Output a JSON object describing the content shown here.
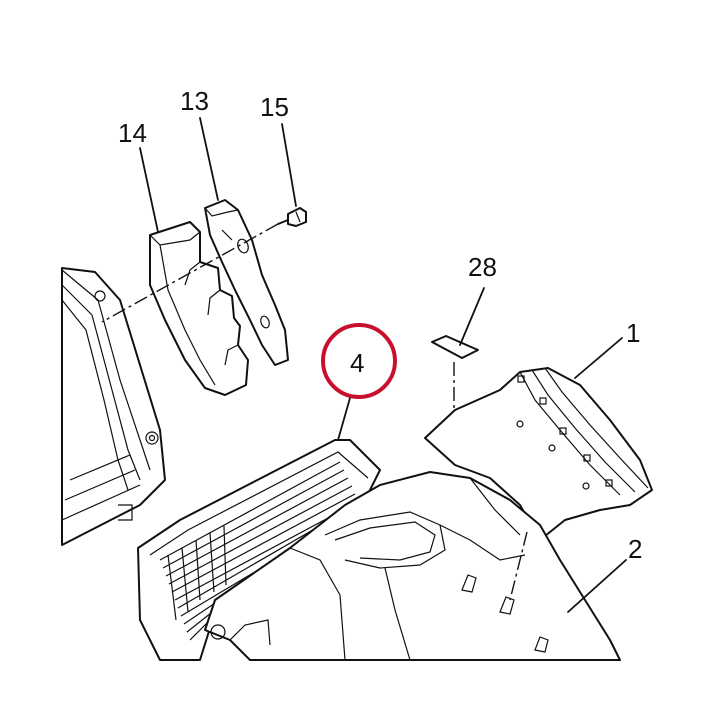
{
  "callouts": {
    "c1": "1",
    "c2": "2",
    "c4": "4",
    "c13": "13",
    "c14": "14",
    "c15": "15",
    "c28": "28"
  },
  "highlight": {
    "target": "4",
    "color": "#c8102e"
  }
}
